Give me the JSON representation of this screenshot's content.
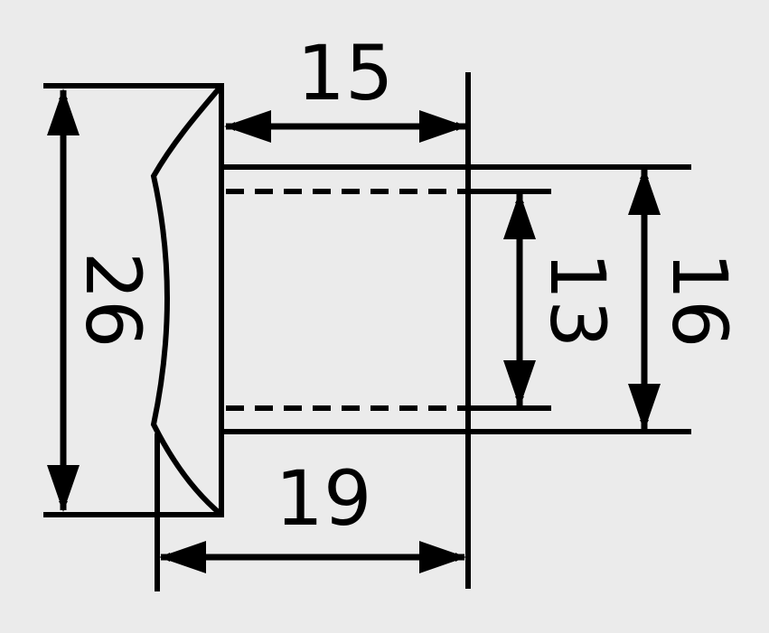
{
  "colors": {
    "background": "#ebebeb",
    "stroke": "#000000"
  },
  "dimensions": {
    "total_height": "26",
    "shank_length": "15",
    "total_length": "19",
    "inner_diameter": "13",
    "outer_diameter": "16"
  }
}
